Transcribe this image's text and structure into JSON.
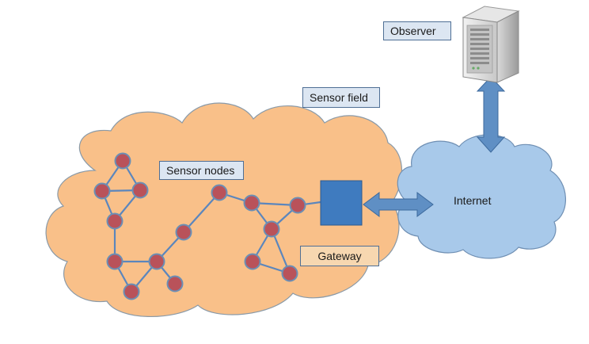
{
  "labels": {
    "observer": "Observer",
    "sensor_field": "Sensor field",
    "sensor_nodes": "Sensor nodes",
    "gateway": "Gateway",
    "internet": "Internet"
  },
  "colors": {
    "sensor_cloud_fill": "#f9c089",
    "sensor_cloud_stroke": "#8a9aa8",
    "internet_cloud_fill": "#a8c9ea",
    "internet_cloud_stroke": "#6f8fb3",
    "node_fill": "#b9525a",
    "node_stroke": "#6b8fb5",
    "link": "#5b86bd",
    "gateway_fill": "#3f7bbf",
    "arrow_fill": "#5f8fc4",
    "label_fill": "#dce6f2"
  }
}
